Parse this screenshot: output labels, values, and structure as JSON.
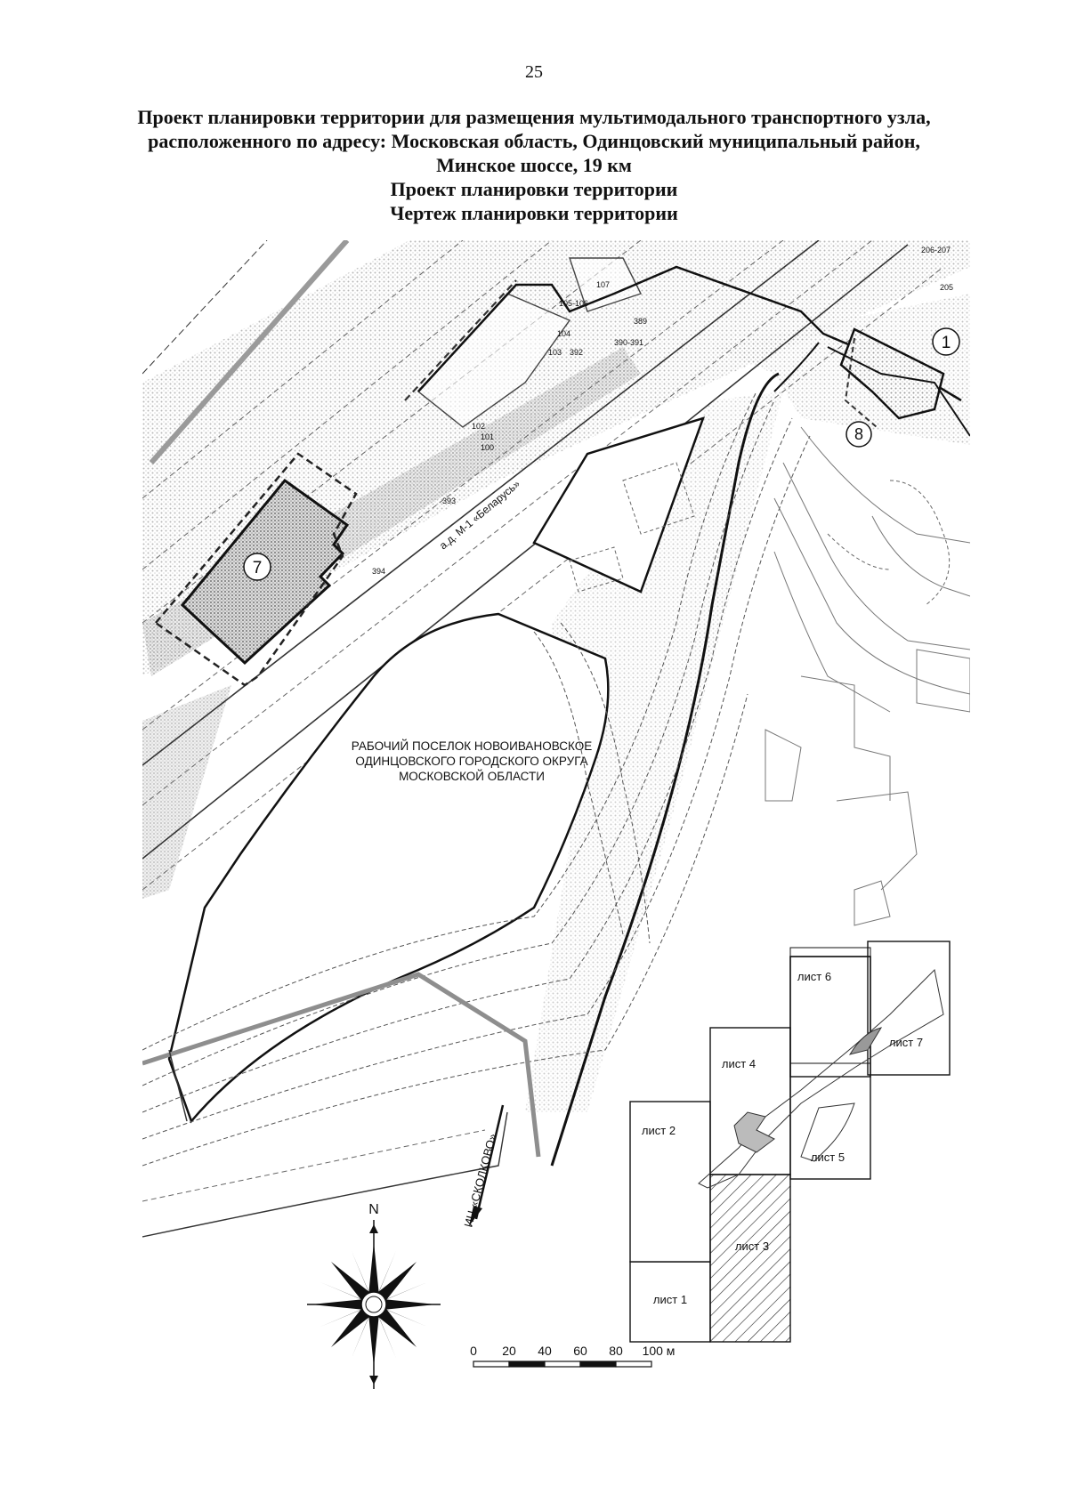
{
  "page_number": "25",
  "title": {
    "line1": "Проект планировки территории для размещения мультимодального транспортного узла,",
    "line2": "расположенного по адресу: Московская область, Одинцовский муниципальный район,",
    "line3": "Минское шоссе, 19 км",
    "line4": "Проект планировки территории",
    "line5": "Чертеж планировки территории"
  },
  "map": {
    "settlement_label": {
      "line1": "РАБОЧИЙ ПОСЕЛОК НОВОИВАНОВСКОЕ",
      "line2": "ОДИНЦОВСКОГО ГОРОДСКОГО ОКРУГА",
      "line3": "МОСКОВСКОЙ ОБЛАСТИ"
    },
    "road_label": "а.д. М-1 «Беларусь»",
    "direction_label": "ИЦ «СКОЛКОВО»",
    "zones": [
      "1",
      "7",
      "8"
    ],
    "point_labels": [
      "206-207",
      "205",
      "107",
      "105-106",
      "389",
      "104",
      "390-391",
      "103",
      "392",
      "102",
      "101",
      "100",
      "393",
      "394"
    ],
    "north_label": "N",
    "scale_bar": {
      "ticks": [
        "0",
        "20",
        "40",
        "60",
        "80"
      ],
      "end_label": "100 м"
    },
    "sheet_index": [
      "лист 1",
      "лист 2",
      "лист 3",
      "лист 4",
      "лист 5",
      "лист 6",
      "лист 7"
    ]
  }
}
